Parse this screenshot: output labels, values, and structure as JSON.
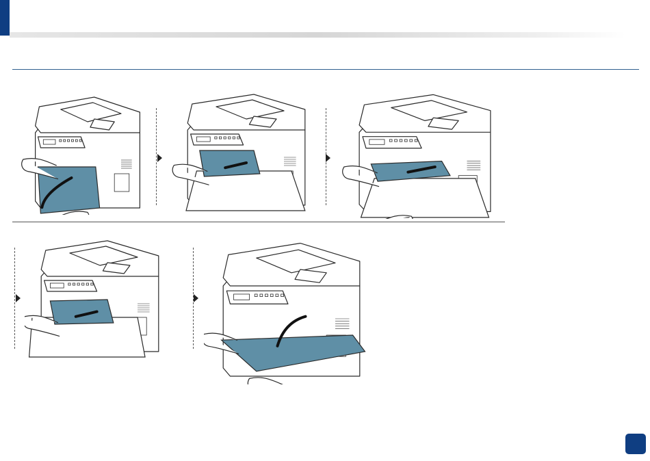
{
  "colors": {
    "brand": "#0f3e82",
    "accent_part": "#5f8fa6",
    "accent_part_dark": "#3f6f86",
    "outline": "#2a2a2a",
    "rule": "#2f5f8f"
  },
  "page": {
    "number": ""
  },
  "steps": [
    {
      "icon": "open-front-cover-icon",
      "highlight": "cover"
    },
    {
      "icon": "remove-toner-cartridge-icon",
      "highlight": "cartridge"
    },
    {
      "icon": "pull-jammed-paper-icon",
      "highlight": "paper"
    },
    {
      "icon": "insert-toner-cartridge-icon",
      "highlight": "cartridge"
    },
    {
      "icon": "close-front-cover-icon",
      "highlight": "cover"
    }
  ]
}
